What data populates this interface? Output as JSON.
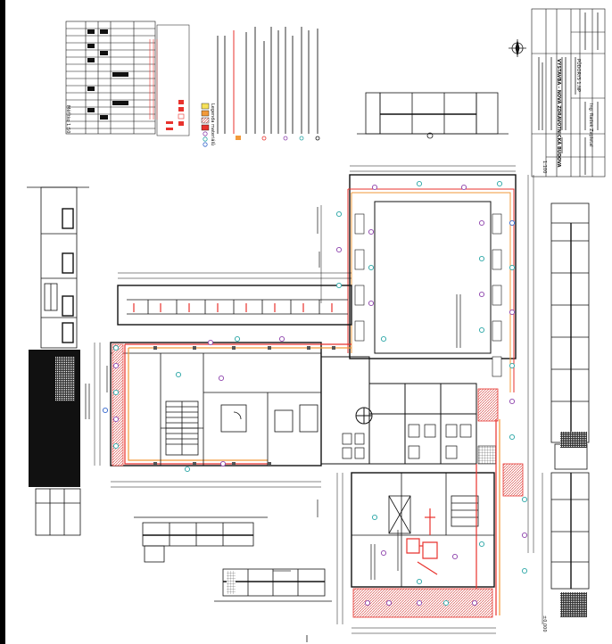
{
  "drawing": {
    "legend_title": "Legenda materiálů",
    "scale_label": "Měřítko 1:50",
    "bottom_scale": "±0,000",
    "title_block": {
      "company": "Ing. Radek Zapletal",
      "project": "VÝSTAVBA - NOVÁ ZDRAVOTNICKÁ BUDOVA",
      "drawing_name": "PŮDORYS 1.NP",
      "scale": "1:100"
    }
  },
  "colors": {
    "line": "#111111",
    "red": "#e8322d",
    "orange": "#f29a3a",
    "hatch_red": "#d9534f",
    "yellow": "#f6e15a",
    "purple": "#8e44ad",
    "teal": "#2aa6a6",
    "blue": "#3366cc"
  }
}
